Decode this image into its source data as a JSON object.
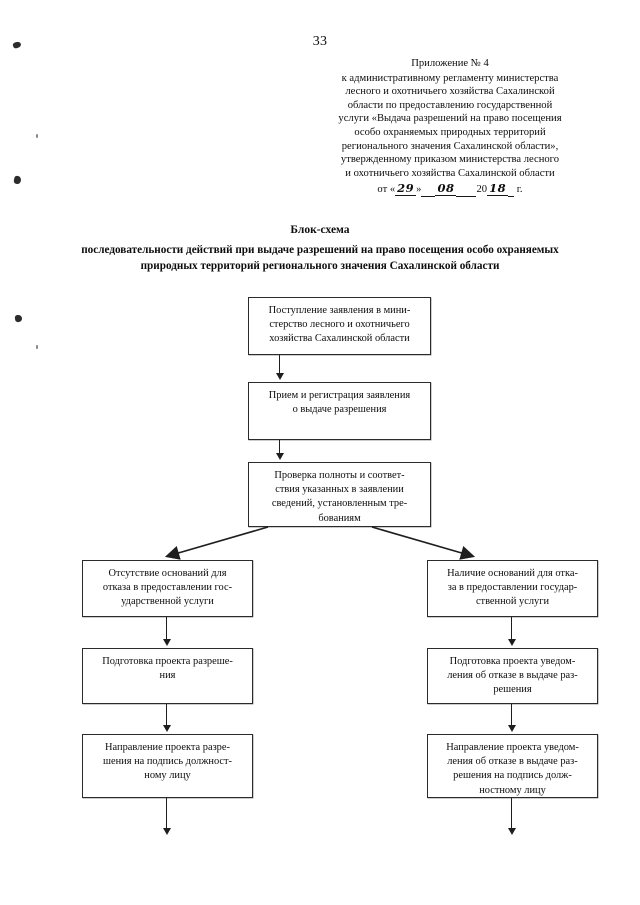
{
  "document": {
    "page_number": "33",
    "approval_block": {
      "lines": [
        "Приложение № 4",
        "к административному регламенту министерства",
        "лесного и охотничьего хозяйства Сахалинской",
        "области по предоставлению государственной",
        "услуги «Выдача разрешений на право посещения",
        "особо охраняемых природных территорий",
        "регионального значения Сахалинской области»,",
        "утвержденному приказом министерства лесного",
        "и охотничьего хозяйства Сахалинской области"
      ],
      "date_line": {
        "prefix": "от «",
        "day": "29",
        "after_day": "»",
        "month": "08",
        "year_prefix": "20",
        "year_suffix": "18",
        "suffix": "г."
      }
    },
    "title": "Блок-схема",
    "subtitle": "последовательности действий при выдаче разрешений на право посещения особо охраняемых природных территорий регионального значения Сахалинской области"
  },
  "chart_data": {
    "type": "flowchart",
    "title": "Блок-схема",
    "subtitle": "последовательности действий при выдаче разрешений на право посещения особо охраняемых природных территорий регионального значения Сахалинской области",
    "orientation": "top-down",
    "nodes": [
      {
        "id": "n1",
        "lines": [
          "Поступление заявления в мини-",
          "стерство лесного и охотничьего",
          "хозяйства Сахалинской области"
        ],
        "branch": "main"
      },
      {
        "id": "n2",
        "lines": [
          "Прием и регистрация заявления",
          "о выдаче разрешения"
        ],
        "branch": "main"
      },
      {
        "id": "n3",
        "lines": [
          "Проверка полноты и соответ-",
          "ствия указанных в заявлении",
          "сведений, установленным тре-",
          "бованиям"
        ],
        "branch": "main"
      },
      {
        "id": "l1",
        "lines": [
          "Отсутствие оснований для",
          "отказа в предоставлении гос-",
          "ударственной услуги"
        ],
        "branch": "left"
      },
      {
        "id": "l2",
        "lines": [
          "Подготовка проекта разреше-",
          "ния"
        ],
        "branch": "left"
      },
      {
        "id": "l3",
        "lines": [
          "Направление проекта разре-",
          "шения на подпись должност-",
          "ному лицу"
        ],
        "branch": "left"
      },
      {
        "id": "r1",
        "lines": [
          "Наличие оснований для отка-",
          "за в предоставлении государ-",
          "ственной услуги"
        ],
        "branch": "right"
      },
      {
        "id": "r2",
        "lines": [
          "Подготовка проекта уведом-",
          "ления об отказе в выдаче раз-",
          "решения"
        ],
        "branch": "right"
      },
      {
        "id": "r3",
        "lines": [
          "Направление проекта уведом-",
          "ления об отказе в выдаче раз-",
          "решения на подпись долж-",
          "ностному лицу"
        ],
        "branch": "right"
      }
    ],
    "edges": [
      {
        "from": "n1",
        "to": "n2",
        "style": "arrow-down"
      },
      {
        "from": "n2",
        "to": "n3",
        "style": "arrow-down"
      },
      {
        "from": "n3",
        "to": "l1",
        "style": "arrow-diagonal-left"
      },
      {
        "from": "n3",
        "to": "r1",
        "style": "arrow-diagonal-right"
      },
      {
        "from": "l1",
        "to": "l2",
        "style": "arrow-down"
      },
      {
        "from": "l2",
        "to": "l3",
        "style": "arrow-down"
      },
      {
        "from": "r1",
        "to": "r2",
        "style": "arrow-down"
      },
      {
        "from": "r2",
        "to": "r3",
        "style": "arrow-down"
      },
      {
        "from": "l3",
        "to": "continues-below",
        "style": "arrow-down"
      },
      {
        "from": "r3",
        "to": "continues-below",
        "style": "arrow-down"
      }
    ]
  }
}
